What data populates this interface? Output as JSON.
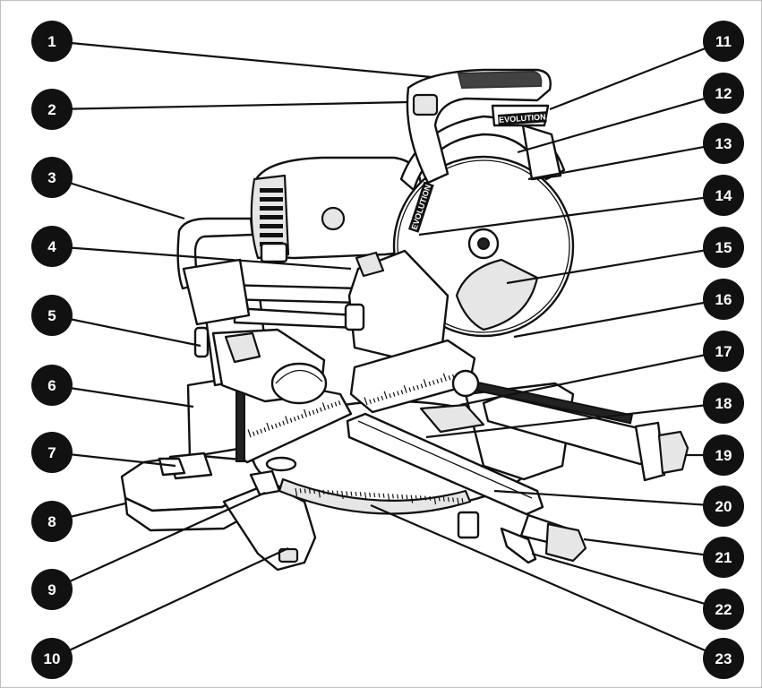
{
  "diagram": {
    "brand_label": "EVOLUTION",
    "callouts": [
      {
        "number": "1"
      },
      {
        "number": "2"
      },
      {
        "number": "3"
      },
      {
        "number": "4"
      },
      {
        "number": "5"
      },
      {
        "number": "6"
      },
      {
        "number": "7"
      },
      {
        "number": "8"
      },
      {
        "number": "9"
      },
      {
        "number": "10"
      },
      {
        "number": "11"
      },
      {
        "number": "12"
      },
      {
        "number": "13"
      },
      {
        "number": "14"
      },
      {
        "number": "15"
      },
      {
        "number": "16"
      },
      {
        "number": "17"
      },
      {
        "number": "18"
      },
      {
        "number": "19"
      },
      {
        "number": "20"
      },
      {
        "number": "21"
      },
      {
        "number": "22"
      },
      {
        "number": "23"
      }
    ],
    "colors": {
      "badge": "#111111",
      "badge_text": "#ffffff",
      "outline": "#111111",
      "shade": "#e6e6e6"
    }
  }
}
